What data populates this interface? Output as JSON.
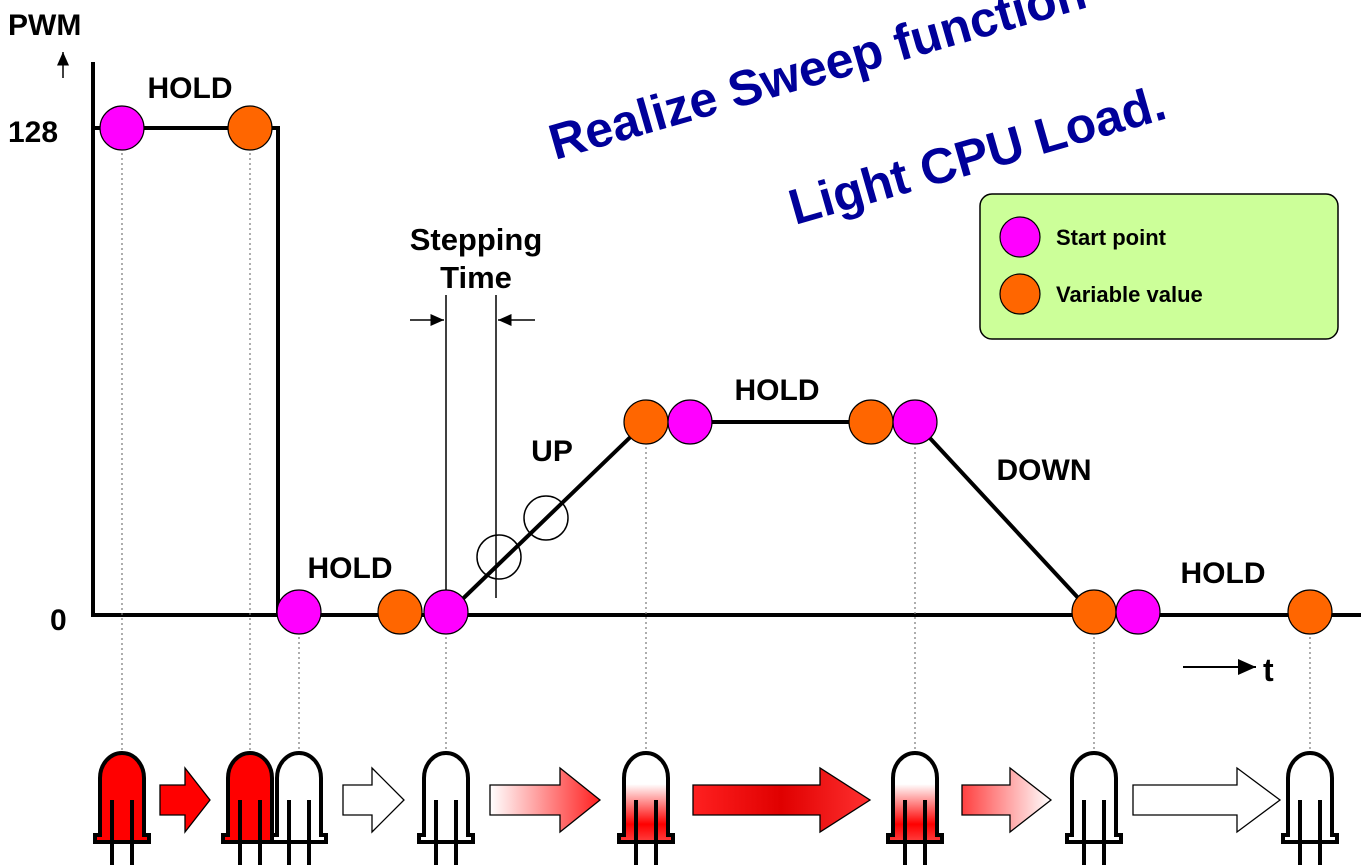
{
  "axis": {
    "y_label": "PWM",
    "x_label": "t",
    "y_tick_high": "128",
    "y_tick_zero": "0"
  },
  "banner": {
    "line1": "Realize Sweep function",
    "line2": "Light CPU Load."
  },
  "labels": {
    "hold_top": "HOLD",
    "hold_low": "HOLD",
    "hold_mid": "HOLD",
    "hold_end": "HOLD",
    "up": "UP",
    "down": "DOWN",
    "stepping_line1": "Stepping",
    "stepping_line2": "Time"
  },
  "legend": {
    "start": "Start point",
    "variable": "Variable value"
  },
  "colors": {
    "start_point": "#ff00ff",
    "variable_value": "#ff6600",
    "led_on": "#ff0000",
    "legend_bg": "#ccff99",
    "banner": "#00009a"
  },
  "led_brightness": [
    1.0,
    1.0,
    0.0,
    0.0,
    0.5,
    0.5,
    0.0,
    0.0
  ]
}
